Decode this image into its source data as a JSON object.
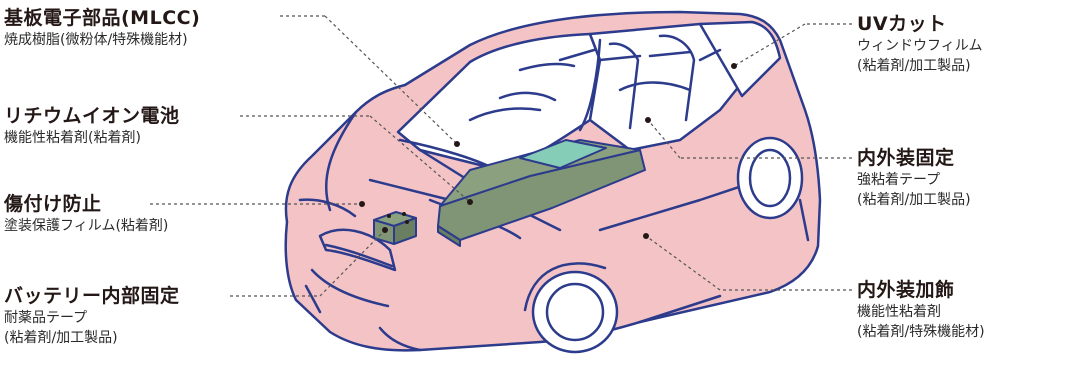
{
  "callouts": {
    "substrate": {
      "title": "基板電子部品(MLCC)",
      "sub1": "焼成樹脂(微粉体/特殊機能材)"
    },
    "battery": {
      "title": "リチウムイオン電池",
      "sub1": "機能性粘着剤(粘着剤)"
    },
    "scratch": {
      "title": "傷付け防止",
      "sub1": "塗装保護フィルム(粘着剤)"
    },
    "battery_fix": {
      "title": "バッテリー内部固定",
      "sub1": "耐薬品テープ",
      "sub2": "(粘着剤/加工製品)"
    },
    "uv": {
      "title": "UVカット",
      "sub1": "ウィンドウフィルム",
      "sub2": "(粘着剤/加工製品)"
    },
    "interior_fix": {
      "title": "内外装固定",
      "sub1": "強粘着テープ",
      "sub2": "(粘着剤/加工製品)"
    },
    "interior_deco": {
      "title": "内外装加飾",
      "sub1": "機能性粘着剤",
      "sub2": "(粘着剤/特殊機能材)"
    }
  },
  "colors": {
    "car_body": "#f4c3c6",
    "car_outline": "#2c3b8c",
    "battery_pack": "#7f9576",
    "battery_top": "#86cdb7",
    "leader_line": "#555555"
  }
}
